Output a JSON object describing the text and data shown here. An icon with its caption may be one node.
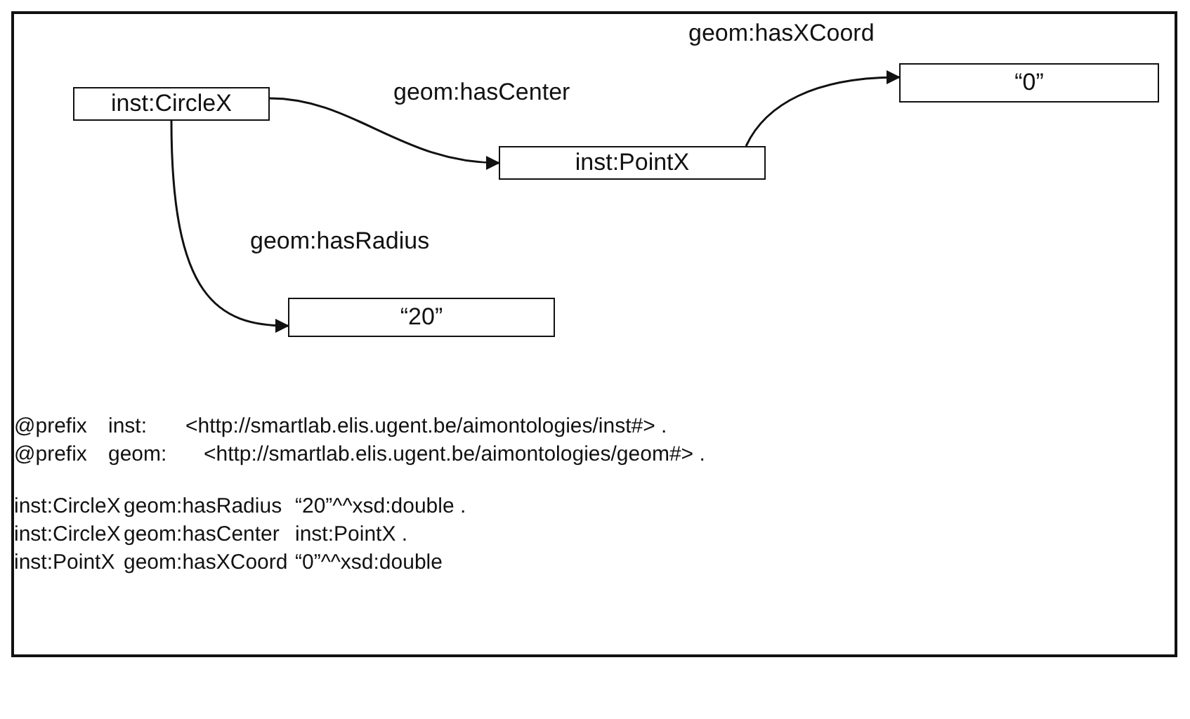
{
  "diagram": {
    "nodes": [
      {
        "text": [
          "inst:CircleX"
        ]
      },
      {
        "text": [
          "inst:PointX"
        ]
      },
      {
        "text": [
          "“0”"
        ]
      },
      {
        "text": [
          "“20”"
        ]
      }
    ],
    "edges": [
      {
        "from": 0,
        "to": 1,
        "arrow": "to",
        "label": "geom:hasCenter"
      },
      {
        "from": 1,
        "to": 2,
        "arrow": "to",
        "label": "geom:hasXCoord"
      },
      {
        "from": 0,
        "to": 3,
        "arrow": "to",
        "label": "geom:hasRadius"
      }
    ],
    "labels": [
      "@prefix",
      "inst:",
      "<http://smartlab.elis.ugent.be/aimontologies/inst#> .",
      "@prefix",
      "geom:",
      "<http://smartlab.elis.ugent.be/aimontologies/geom#> .",
      "inst:CircleX",
      "geom:hasRadius",
      "“20”^^xsd:double .",
      "inst:CircleX",
      "geom:hasCenter",
      "inst:PointX .",
      "inst:PointX",
      "geom:hasXCoord",
      "“0”^^xsd:double"
    ]
  }
}
